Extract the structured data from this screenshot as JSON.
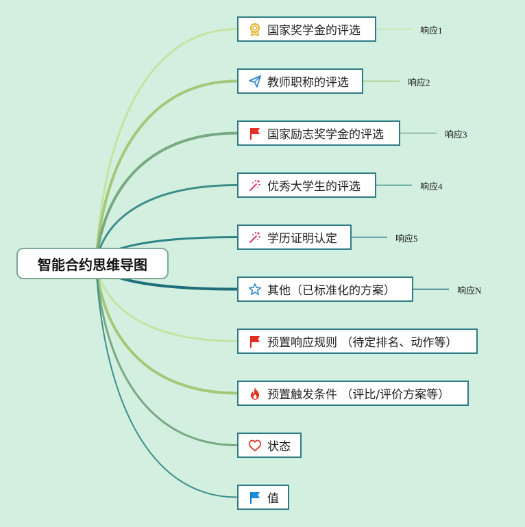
{
  "root": {
    "label": "智能合约思维导图"
  },
  "branches": [
    {
      "label": "国家奖学金的评选",
      "icon": "award-ribbon-icon",
      "response": "响应1",
      "color": "#c6e3a2"
    },
    {
      "label": "教师职称的评选",
      "icon": "paper-plane-icon",
      "response": "响应2",
      "color": "#a2c878"
    },
    {
      "label": "国家励志奖学金的评选",
      "icon": "red-flag-icon",
      "response": "响应3",
      "color": "#77aa80"
    },
    {
      "label": "优秀大学生的评选",
      "icon": "sparkle-wand-icon",
      "response": "响应4",
      "color": "#3d8e8a"
    },
    {
      "label": "学历证明认定",
      "icon": "sparkle-wand-icon",
      "response": "响应5",
      "color": "#2f8488"
    },
    {
      "label": "其他（已标准化的方案）",
      "icon": "star-outline-icon",
      "response": "响应N",
      "color": "#1e6f7a"
    },
    {
      "label": "预置响应规则 （待定排名、动作等）",
      "icon": "red-flag-icon",
      "response": "",
      "color": "#c6e3a2"
    },
    {
      "label": "预置触发条件 （评比/评价方案等）",
      "icon": "fire-icon",
      "response": "",
      "color": "#a2c878"
    },
    {
      "label": "状态",
      "icon": "heart-outline-icon",
      "response": "",
      "color": "#77aa80"
    },
    {
      "label": "值",
      "icon": "blue-flag-icon",
      "response": "",
      "color": "#3d8e8a"
    }
  ]
}
